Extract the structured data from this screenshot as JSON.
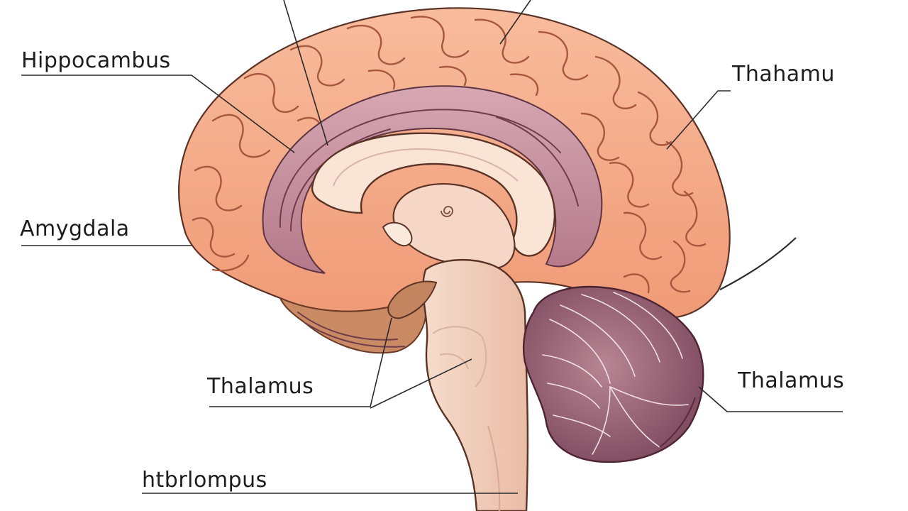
{
  "diagram": {
    "labels": {
      "hippocambus": "Hippocambus",
      "thahamu": "Thahamu",
      "amygdala": "Amygdala",
      "thalamus_left": "Thalamus",
      "thalamus_right": "Thalamus",
      "hutbrlompus": "htbrlompus"
    },
    "colors": {
      "cortex": "#f6b08f",
      "cortex_shadow": "#e58c68",
      "limbic": "#c48e9c",
      "corpus_callosum": "#f8e1d3",
      "brainstem": "#f3d2c0",
      "cerebellum": "#9a6577",
      "underside": "#c4855d",
      "outline": "#5a3326"
    },
    "icons": [
      "brain-sagittal-illustration"
    ]
  }
}
